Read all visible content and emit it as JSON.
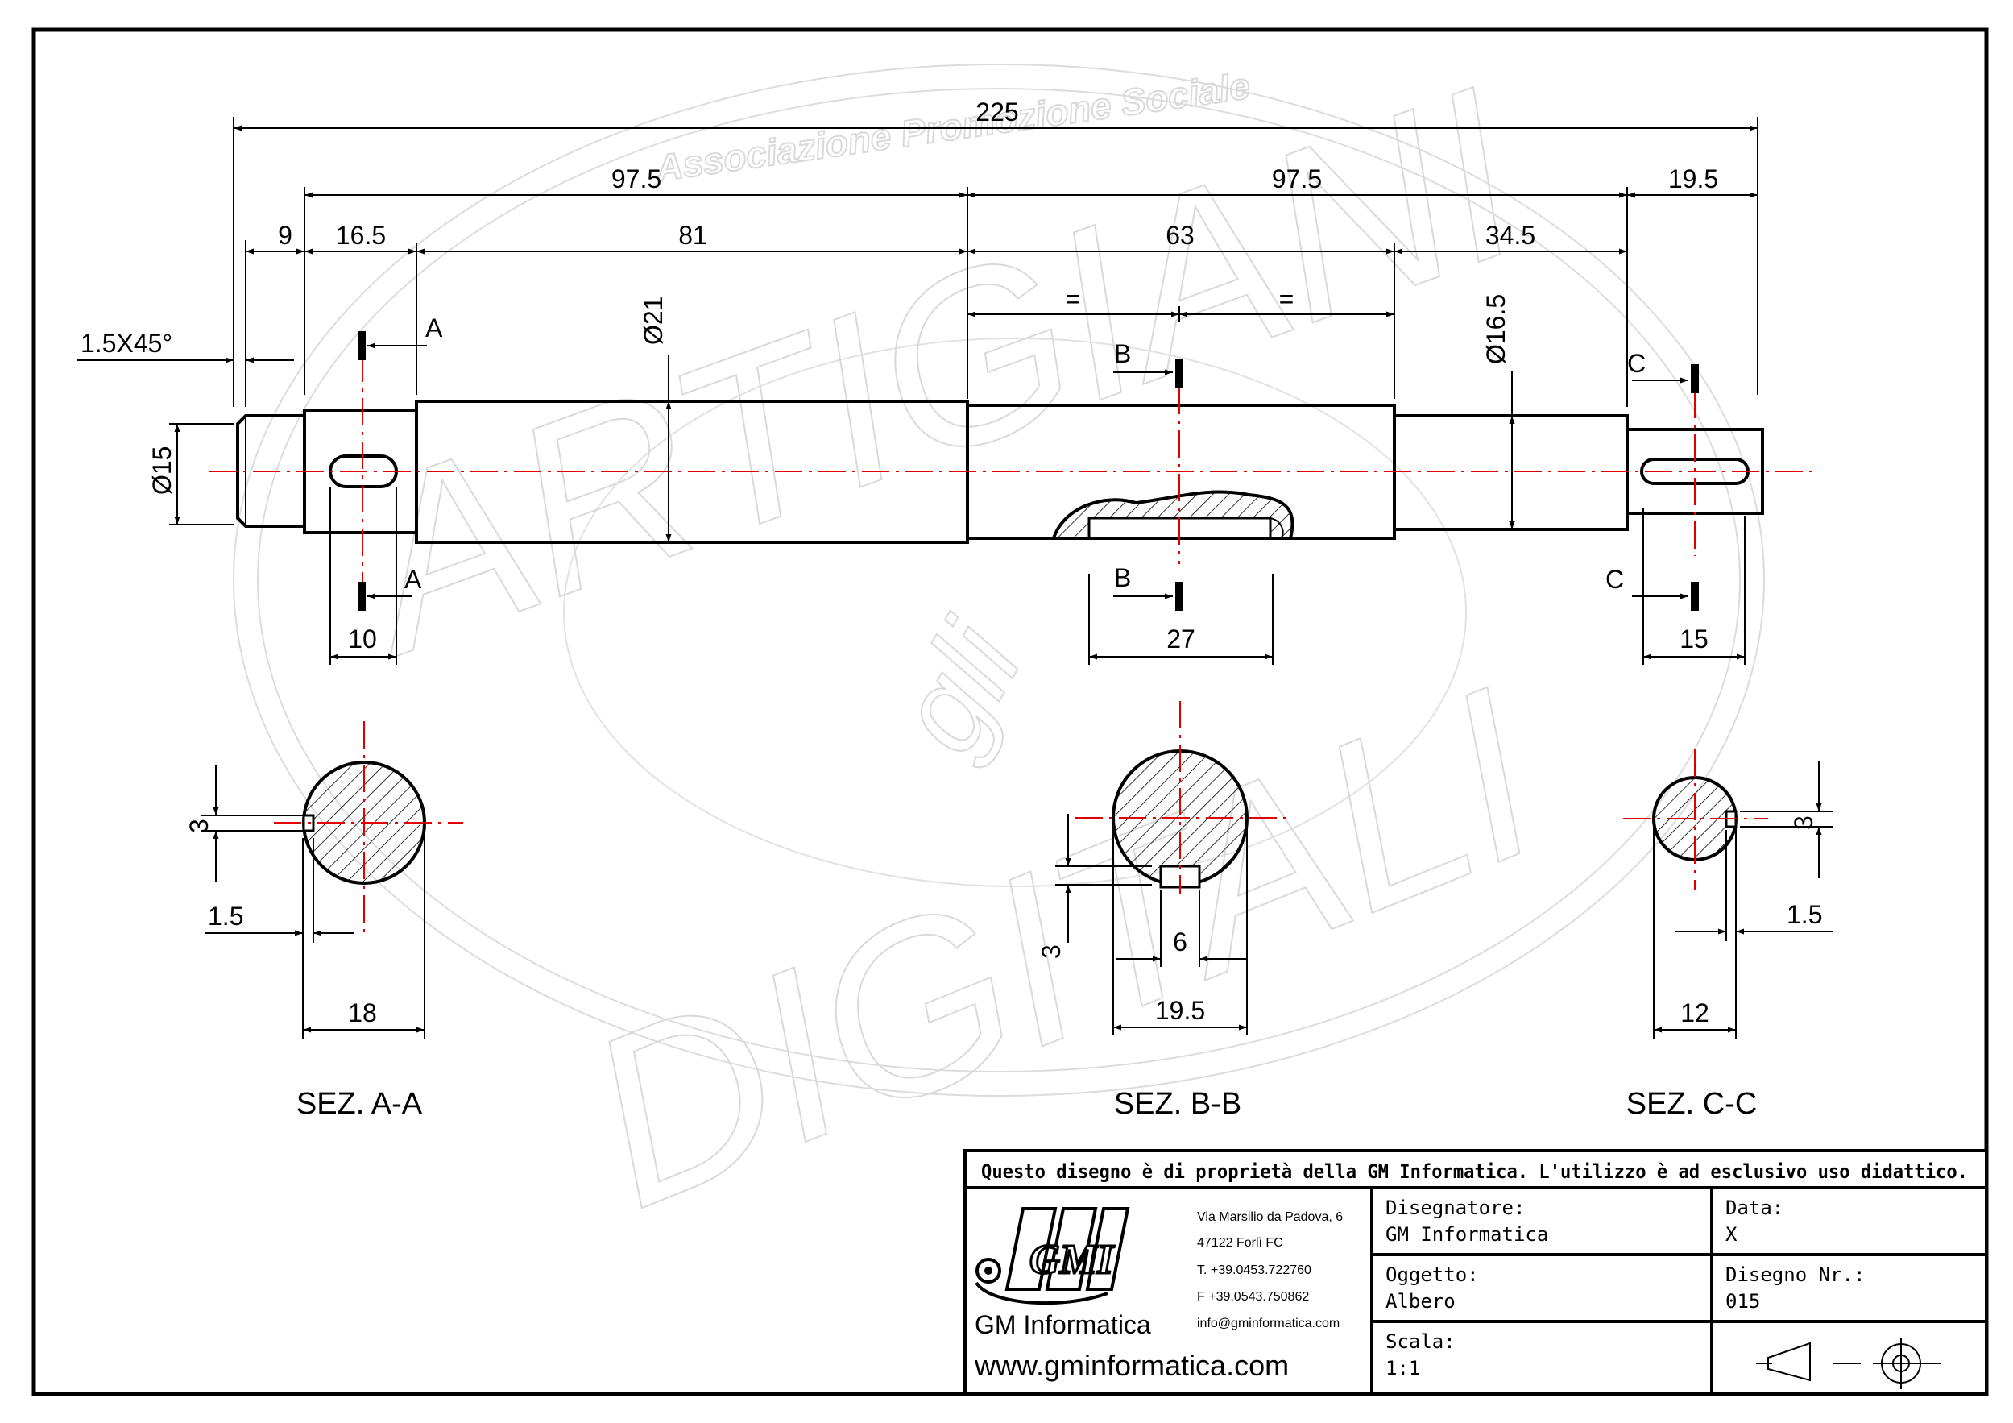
{
  "watermark": {
    "association": "Associazione Promozione Sociale",
    "word_top": "ARTIGIANI",
    "word_mid": "gli",
    "word_bottom": "DIGITALI"
  },
  "dimensions": {
    "overall_length": "225",
    "left_half": "97.5",
    "right_half": "97.5",
    "right_end": "19.5",
    "seg_9": "9",
    "seg_16_5": "16.5",
    "seg_81": "81",
    "seg_63": "63",
    "seg_34_5": "34.5",
    "equal_left": "=",
    "equal_right": "=",
    "chamfer": "1.5X45°",
    "dia_21": "Ø21",
    "dia_16_5": "Ø16.5",
    "dia_15": "Ø15",
    "key_a_width": "10",
    "key_b_width": "27",
    "key_c_width": "15"
  },
  "section_markers": {
    "a": "A",
    "b": "B",
    "c": "C"
  },
  "sections": {
    "a": {
      "title": "SEZ. A-A",
      "depth": "1.5",
      "width": "3",
      "diameter": "18"
    },
    "b": {
      "title": "SEZ. B-B",
      "depth": "3",
      "width": "6",
      "diameter": "19.5"
    },
    "c": {
      "title": "SEZ. C-C",
      "depth": "1.5",
      "width": "3",
      "diameter": "12"
    }
  },
  "title_block": {
    "notice": "Questo disegno è di proprietà della GM Informatica. L'utilizzo è ad esclusivo uso didattico.",
    "logo_text": "GMI",
    "company": "GM Informatica",
    "website": "www.gminformatica.com",
    "address_1": "Via Marsilio da Padova, 6",
    "address_2": "47122  Forlì  FC",
    "phone": "T. +39.0453.722760",
    "fax": "F +39.0543.750862",
    "email": "info@gminformatica.com",
    "designer_label": "Disegnatore:",
    "designer_value": "GM  Informatica",
    "date_label": "Data:",
    "date_value": "X",
    "object_label": "Oggetto:",
    "object_value": "Albero",
    "drawing_no_label": "Disegno  Nr.:",
    "drawing_no_value": "015",
    "scale_label": "Scala:",
    "scale_value": "1:1",
    "projection_symbol": "first-angle-projection-icon"
  }
}
